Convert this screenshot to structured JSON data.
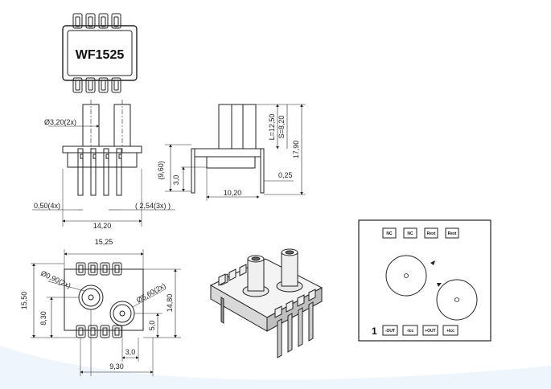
{
  "part_label": "WF1525",
  "dims": {
    "phi320": "Ø3,20(2x)",
    "d960": "(9,60)",
    "d30a": "3,0",
    "L1250": "L=12,50",
    "S820": "S=8,20",
    "d1790": "17,90",
    "d025": "0,25",
    "d1020": "10,20",
    "d050": "0,50(4x)",
    "d254": "( 2,54(3x) )",
    "d1420": "14,20",
    "d1525": "15,25",
    "d1550": "15,50",
    "phi090": "Ø0,90(2x)",
    "phi560": "Ø5,60(2x)",
    "d1480": "14,80",
    "d830": "8,30",
    "d50": "5,0",
    "d30b": "3,0",
    "d930": "9,30"
  },
  "pinout": {
    "top": [
      "NC",
      "NC",
      "Rext",
      "Rext"
    ],
    "bottom": [
      "-OUT",
      "-Icc",
      "+OUT",
      "+Icc"
    ],
    "pin1": "1"
  }
}
